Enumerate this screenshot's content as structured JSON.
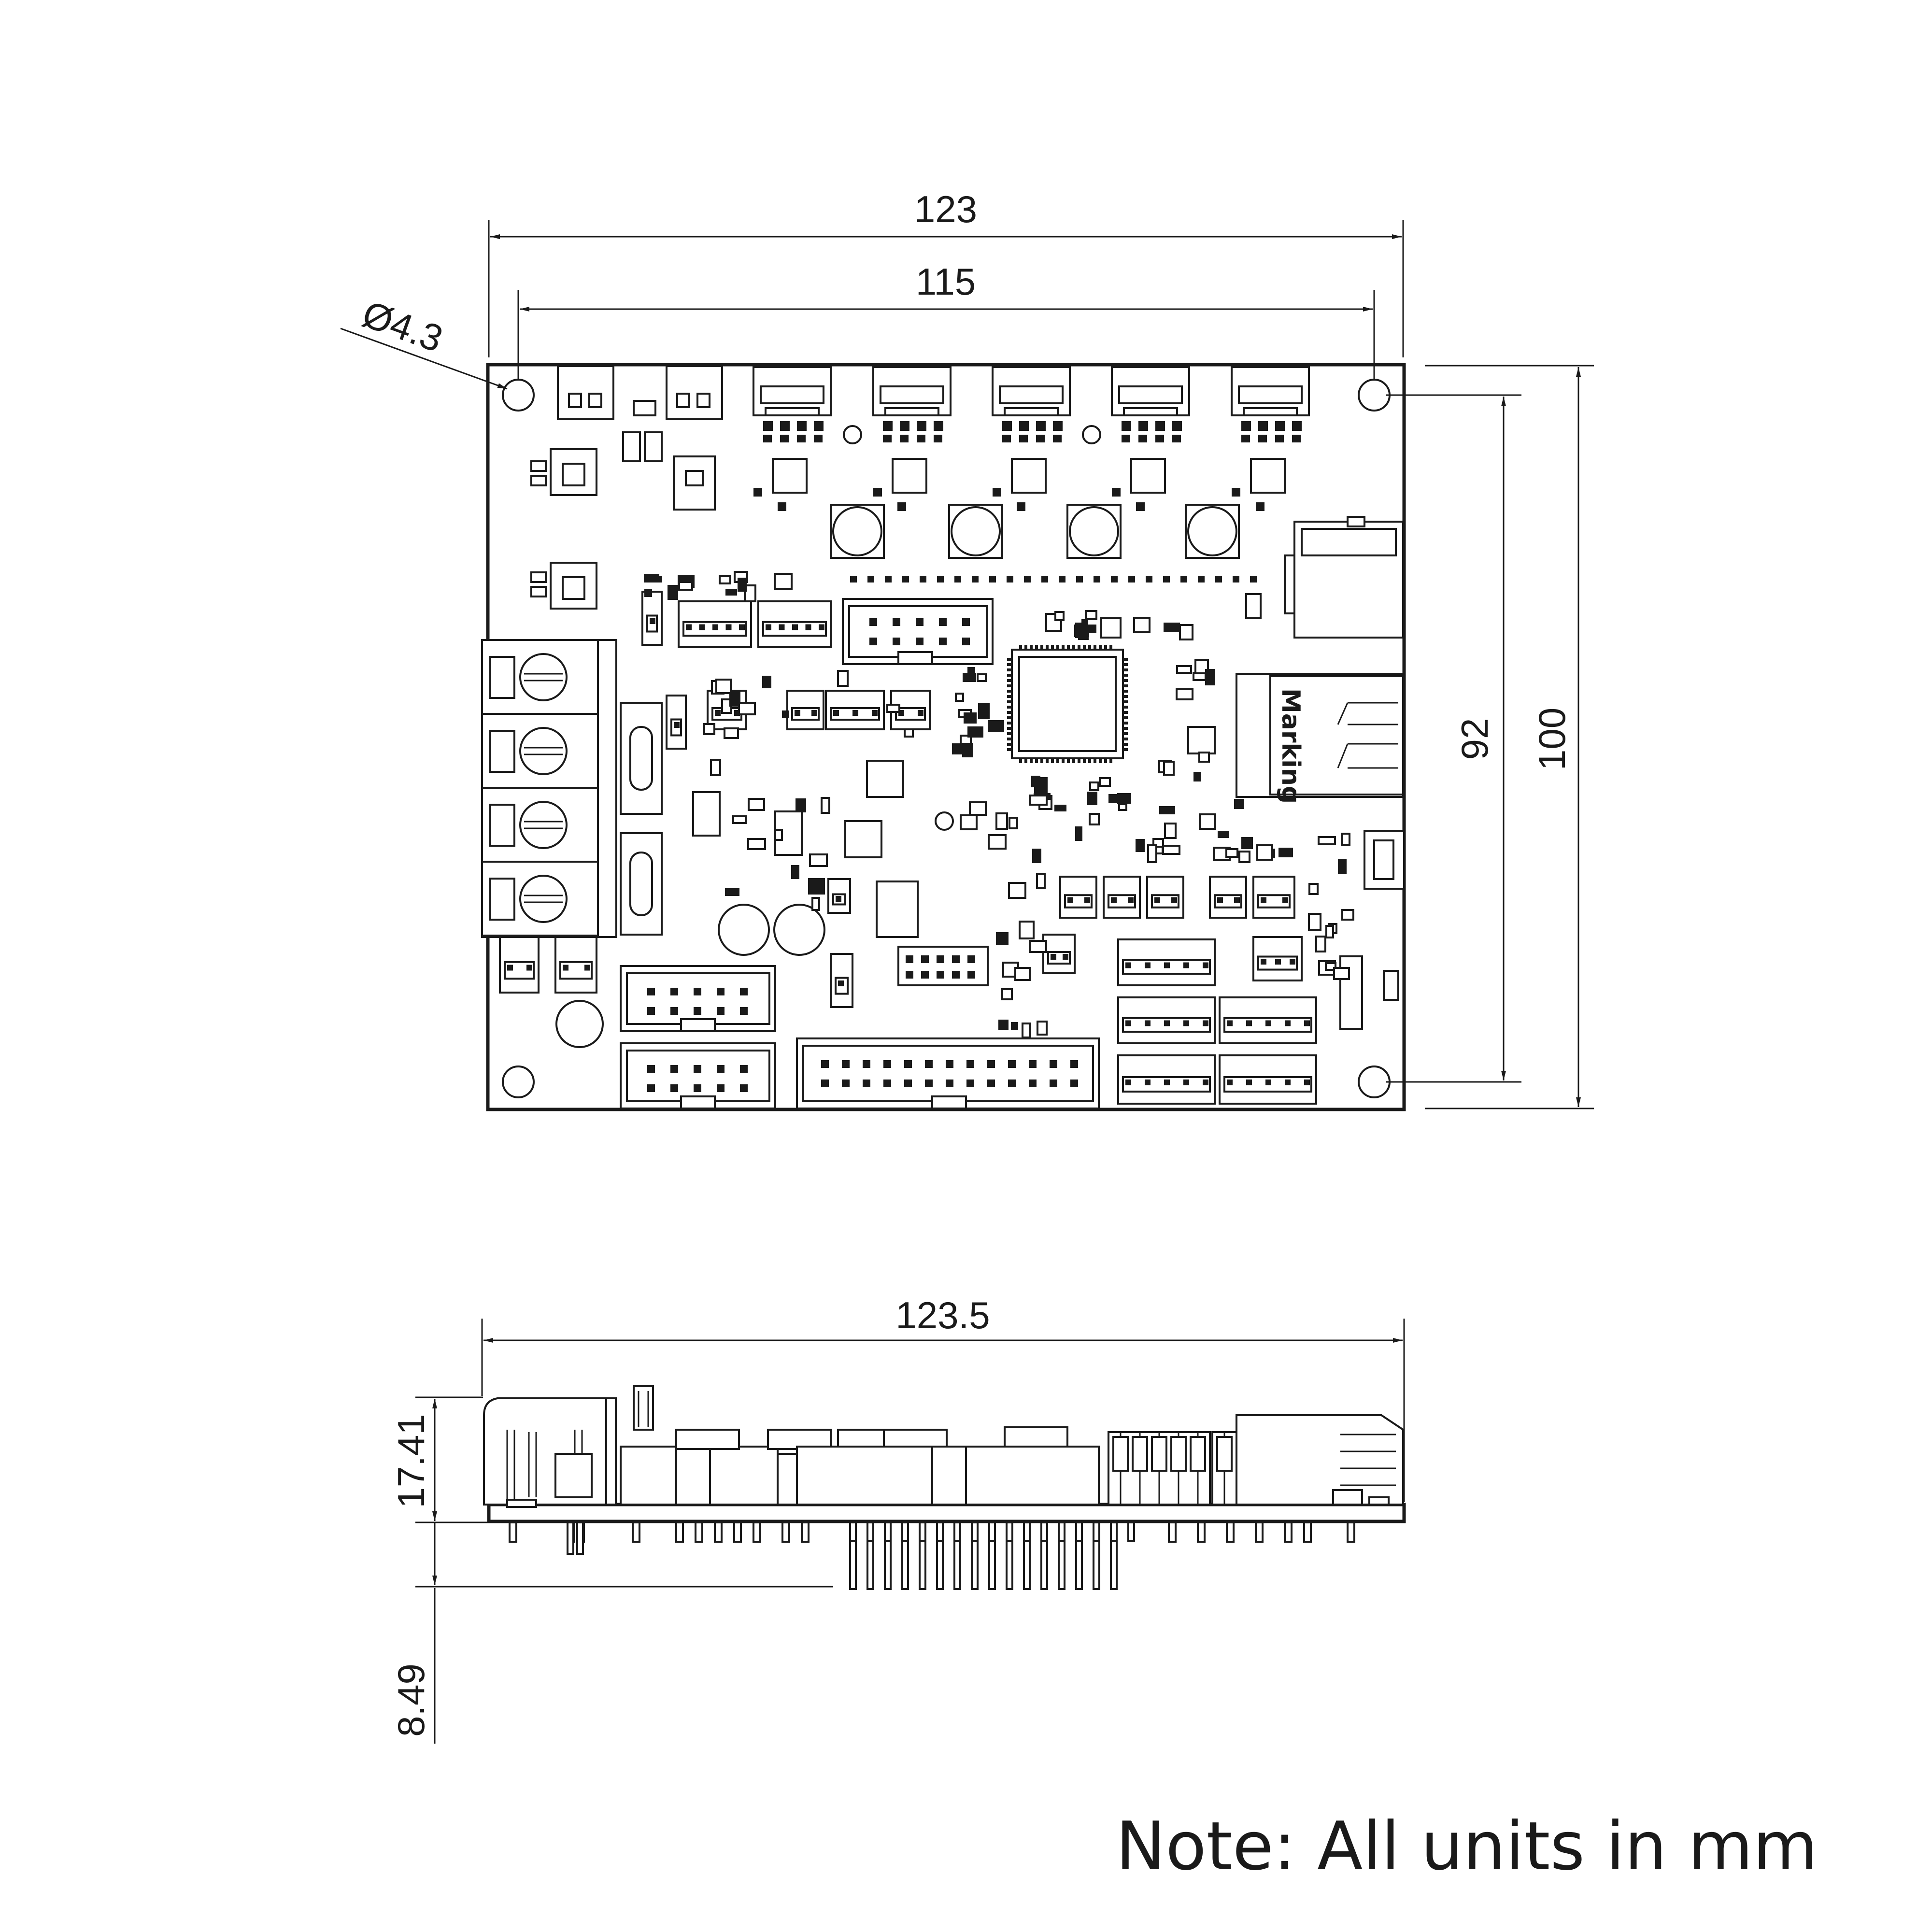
{
  "top_view": {
    "dim_overall_width": "123",
    "dim_hole_spacing_x": "115",
    "dim_hole_diameter": "Ø4.3",
    "dim_hole_spacing_y": "92",
    "dim_overall_height": "100",
    "ethernet_marking": "Marking"
  },
  "side_view": {
    "dim_overall_length": "123.5",
    "dim_component_height": "17.41",
    "dim_pin_length": "8.49"
  },
  "note": "Note: All units in mm"
}
